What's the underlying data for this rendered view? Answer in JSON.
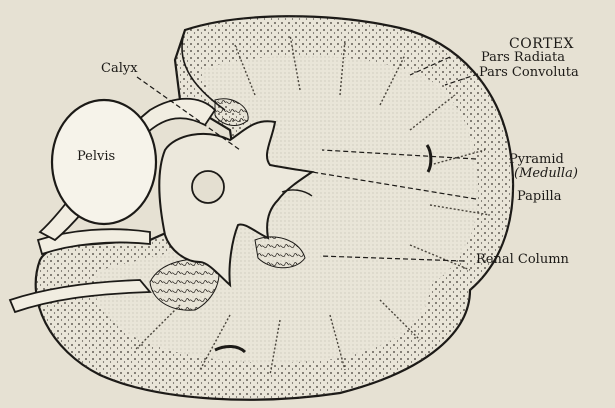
{
  "colors": {
    "background": "#e6e1d3",
    "tissue": "#e9e5d8",
    "ink": "#1c1a17",
    "stipple": "#3a3630"
  },
  "labels": {
    "cortex": "CORTEX",
    "pars_radiata": "Pars Radiata",
    "pars_convoluta": "Pars Convoluta",
    "calyx": "Calyx",
    "pyramid": "Pyramid",
    "medulla": "(Medulla)",
    "papilla": "Papilla",
    "pelvis": "Pelvis",
    "renal_column": "Renal Column"
  }
}
